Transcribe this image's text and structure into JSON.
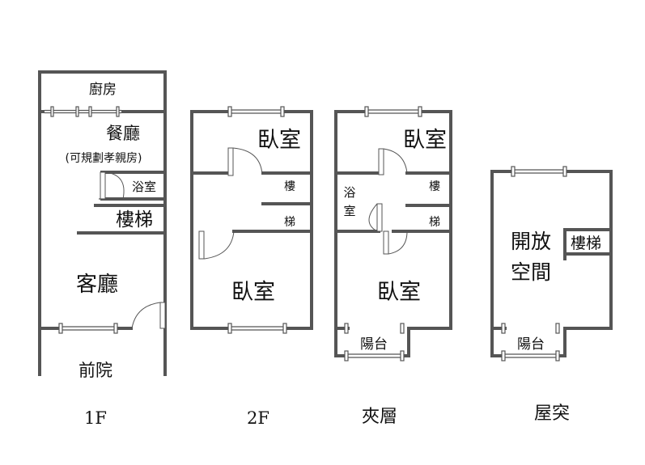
{
  "floors": {
    "f1": {
      "label": "1F",
      "rooms": {
        "kitchen": "廚房",
        "dining": "餐廳",
        "dining_note": "(可規劃孝親房)",
        "bath": "浴室",
        "stairs": "樓梯",
        "living": "客廳",
        "front_yard": "前院"
      }
    },
    "f2": {
      "label": "2F",
      "rooms": {
        "bedroom_top": "臥室",
        "stair_1": "樓",
        "stair_2": "梯",
        "bedroom_bottom": "臥室"
      }
    },
    "mezzanine": {
      "label": "夾層",
      "rooms": {
        "bedroom_top": "臥室",
        "bath_1": "浴",
        "bath_2": "室",
        "stair_1": "樓",
        "stair_2": "梯",
        "bedroom_bottom": "臥室",
        "balcony": "陽台"
      }
    },
    "roof": {
      "label": "屋突",
      "rooms": {
        "open_1": "開放",
        "open_2": "空間",
        "stairs": "樓梯",
        "balcony": "陽台"
      }
    }
  },
  "colors": {
    "wall": "#555555",
    "text": "#111111",
    "background": "#ffffff"
  }
}
